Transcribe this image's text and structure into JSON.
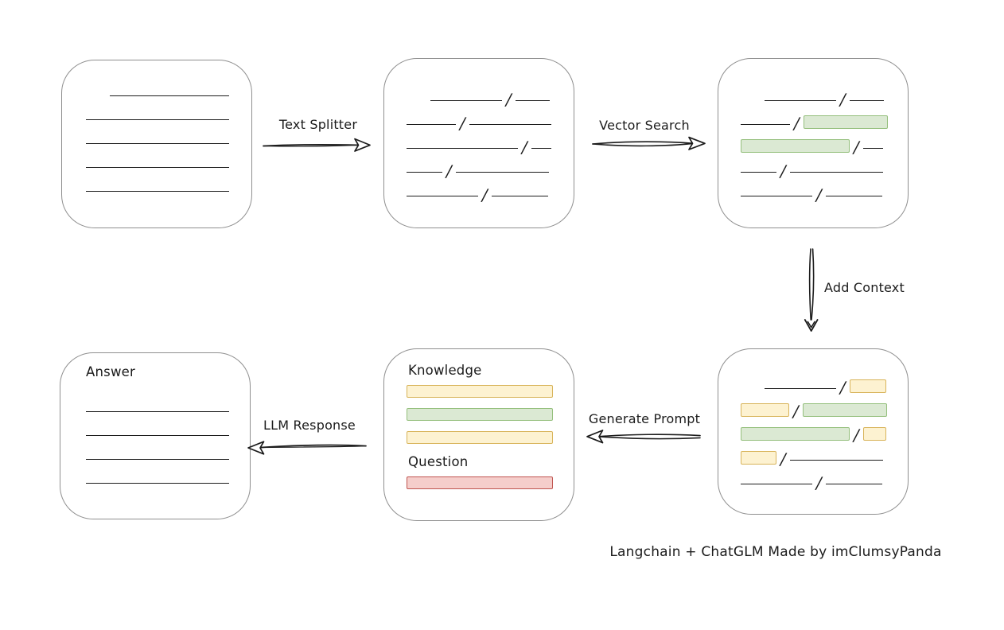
{
  "caption": "Langchain + ChatGLM Made by imClumsyPanda",
  "colors": {
    "stroke": "#1b1b1b",
    "box_border": "#8f8f8f",
    "green_fill": "#dbe9d3",
    "green_border": "#94bf7c",
    "yellow_fill": "#fdf2d1",
    "yellow_border": "#d8b45a",
    "red_fill": "#f5cecb",
    "red_border": "#c05550"
  },
  "arrows": {
    "text_splitter": {
      "label": "Text Splitter",
      "direction": "right"
    },
    "vector_search": {
      "label": "Vector Search",
      "direction": "right"
    },
    "add_context": {
      "label": "Add Context",
      "direction": "down"
    },
    "generate_prompt": {
      "label": "Generate Prompt",
      "direction": "left"
    },
    "llm_response": {
      "label": "LLM Response",
      "direction": "left"
    }
  },
  "boxes": {
    "source_document": {
      "rows": [
        {
          "indent": 30,
          "slash": false,
          "segments": [
            {
              "type": "line",
              "w": 150
            }
          ]
        },
        {
          "indent": 0,
          "slash": false,
          "segments": [
            {
              "type": "line",
              "w": 180
            }
          ]
        },
        {
          "indent": 0,
          "slash": false,
          "segments": [
            {
              "type": "line",
              "w": 180
            }
          ]
        },
        {
          "indent": 0,
          "slash": false,
          "segments": [
            {
              "type": "line",
              "w": 180
            }
          ]
        },
        {
          "indent": 0,
          "slash": false,
          "segments": [
            {
              "type": "line",
              "w": 180
            }
          ]
        }
      ]
    },
    "split_chunks": {
      "rows": [
        {
          "indent": 30,
          "slash": true,
          "segments": [
            {
              "type": "line",
              "w": 90
            },
            {
              "type": "line",
              "w": 43
            }
          ]
        },
        {
          "indent": 0,
          "slash": true,
          "segments": [
            {
              "type": "line",
              "w": 62
            },
            {
              "type": "line",
              "w": 103
            }
          ]
        },
        {
          "indent": 0,
          "slash": true,
          "segments": [
            {
              "type": "line",
              "w": 140
            },
            {
              "type": "line",
              "w": 25
            }
          ]
        },
        {
          "indent": 0,
          "slash": true,
          "segments": [
            {
              "type": "line",
              "w": 45
            },
            {
              "type": "line",
              "w": 117
            }
          ]
        },
        {
          "indent": 0,
          "slash": true,
          "segments": [
            {
              "type": "line",
              "w": 90
            },
            {
              "type": "line",
              "w": 71
            }
          ]
        }
      ]
    },
    "vector_matches": {
      "rows": [
        {
          "indent": 30,
          "slash": true,
          "segments": [
            {
              "type": "line",
              "w": 90
            },
            {
              "type": "line",
              "w": 43
            }
          ]
        },
        {
          "indent": 0,
          "slash": true,
          "segments": [
            {
              "type": "line",
              "w": 62
            },
            {
              "type": "chip",
              "color": "green",
              "w": 104
            }
          ]
        },
        {
          "indent": 0,
          "slash": true,
          "segments": [
            {
              "type": "chip",
              "color": "green",
              "w": 135
            },
            {
              "type": "line",
              "w": 25
            }
          ]
        },
        {
          "indent": 0,
          "slash": true,
          "segments": [
            {
              "type": "line",
              "w": 45
            },
            {
              "type": "line",
              "w": 117
            }
          ]
        },
        {
          "indent": 0,
          "slash": true,
          "segments": [
            {
              "type": "line",
              "w": 90
            },
            {
              "type": "line",
              "w": 71
            }
          ]
        }
      ]
    },
    "context_chunks": {
      "rows": [
        {
          "indent": 30,
          "slash": true,
          "segments": [
            {
              "type": "line",
              "w": 90
            },
            {
              "type": "chip",
              "color": "yellow",
              "w": 44
            }
          ]
        },
        {
          "indent": 0,
          "slash": true,
          "segments": [
            {
              "type": "chip",
              "color": "yellow",
              "w": 59
            },
            {
              "type": "chip",
              "color": "green",
              "w": 104
            }
          ]
        },
        {
          "indent": 0,
          "slash": true,
          "segments": [
            {
              "type": "chip",
              "color": "green",
              "w": 135
            },
            {
              "type": "chip",
              "color": "yellow",
              "w": 27
            }
          ]
        },
        {
          "indent": 0,
          "slash": true,
          "segments": [
            {
              "type": "chip",
              "color": "yellow",
              "w": 43
            },
            {
              "type": "line",
              "w": 117
            }
          ]
        },
        {
          "indent": 0,
          "slash": true,
          "segments": [
            {
              "type": "line",
              "w": 90
            },
            {
              "type": "line",
              "w": 71
            }
          ]
        }
      ]
    },
    "prompt": {
      "items": [
        {
          "kind": "label",
          "text": "Knowledge"
        },
        {
          "kind": "chip",
          "color": "yellow"
        },
        {
          "kind": "chip",
          "color": "green"
        },
        {
          "kind": "chip",
          "color": "yellow"
        },
        {
          "kind": "label",
          "text": "Question"
        },
        {
          "kind": "chip",
          "color": "red"
        }
      ]
    },
    "answer": {
      "label": "Answer",
      "rows": [
        {
          "indent": 0,
          "slash": false,
          "segments": [
            {
              "type": "line",
              "w": 180
            }
          ]
        },
        {
          "indent": 0,
          "slash": false,
          "segments": [
            {
              "type": "line",
              "w": 180
            }
          ]
        },
        {
          "indent": 0,
          "slash": false,
          "segments": [
            {
              "type": "line",
              "w": 180
            }
          ]
        },
        {
          "indent": 0,
          "slash": false,
          "segments": [
            {
              "type": "line",
              "w": 180
            }
          ]
        }
      ]
    }
  }
}
